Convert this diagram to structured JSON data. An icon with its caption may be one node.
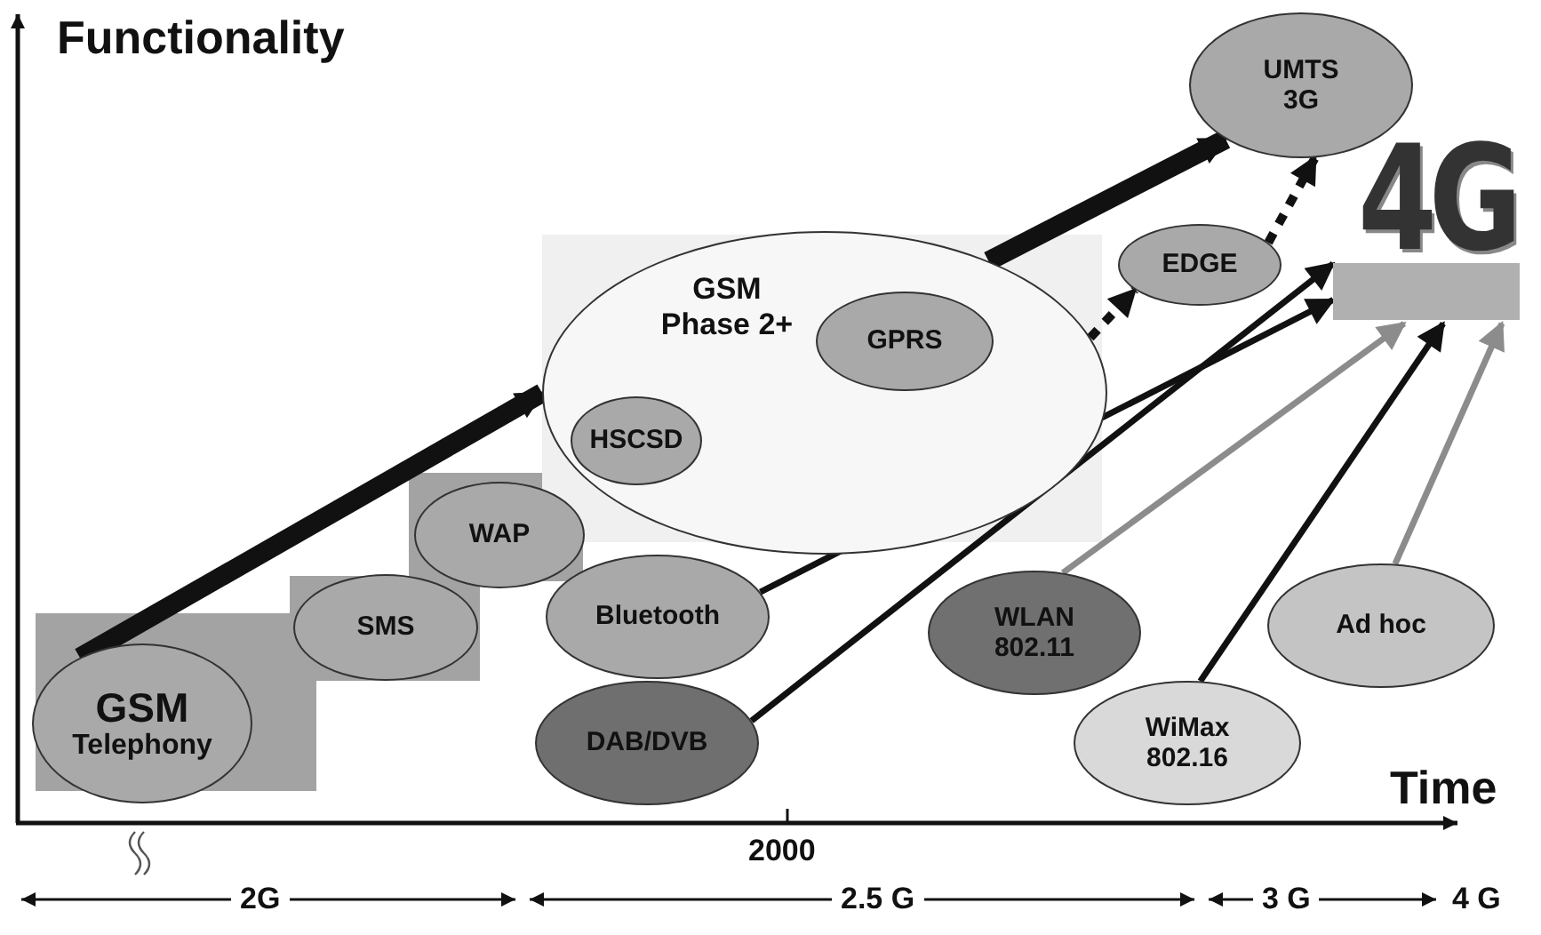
{
  "diagram": {
    "nodes": [
      {
        "text": [
          "GSM",
          "Telephony"
        ]
      },
      {
        "text": [
          "SMS"
        ]
      },
      {
        "text": [
          "WAP"
        ]
      },
      {
        "text": [
          "GSM Phase 2+"
        ]
      },
      {
        "text": [
          "HSCSD"
        ],
        "in": 3
      },
      {
        "text": [
          "GPRS"
        ],
        "in": 3
      },
      {
        "text": [
          "Bluetooth"
        ]
      },
      {
        "text": [
          "DAB/DVB"
        ]
      },
      {
        "text": [
          "WLAN 802.11"
        ]
      },
      {
        "text": [
          "EDGE"
        ]
      },
      {
        "text": [
          "UMTS 3G"
        ]
      },
      {
        "text": [
          "4G"
        ]
      },
      {
        "text": [
          "WiMax 802.16"
        ]
      },
      {
        "text": [
          "Ad hoc"
        ]
      }
    ],
    "edges": [
      {
        "from": 0,
        "to": 3,
        "arrow": "to",
        "style": "thick"
      },
      {
        "from": 3,
        "to": 10,
        "arrow": "to",
        "style": "thick"
      },
      {
        "from": 3,
        "to": 9,
        "arrow": "to",
        "style": "dashed"
      },
      {
        "from": 9,
        "to": 10,
        "arrow": "to",
        "style": "dashed"
      },
      {
        "from": 6,
        "to": 11,
        "arrow": "to"
      },
      {
        "from": 7,
        "to": 11,
        "arrow": "to"
      },
      {
        "from": 8,
        "to": 11,
        "arrow": "to",
        "color": "#8c8c8c"
      },
      {
        "from": 12,
        "to": 11,
        "arrow": "to"
      },
      {
        "from": 13,
        "to": 11,
        "arrow": "to",
        "color": "#8c8c8c"
      }
    ],
    "labels": [
      "Functionality",
      "Time",
      "2000",
      "2G",
      "2.5 G",
      "3 G",
      "4 G"
    ]
  }
}
